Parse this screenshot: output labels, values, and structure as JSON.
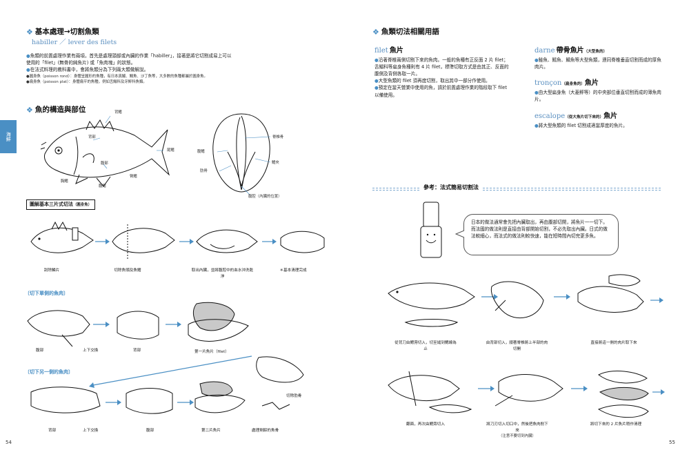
{
  "left": {
    "section1": {
      "title": "基本處理→切割魚類",
      "subtitle_fr": "habiller ／ lever des filets",
      "paras": [
        "魚類的前置處理作業有兩項，首先是處理頭部或內臟的作業「habiller」，接著是將它切割成易上可以使用的「filet」(無骨的純魚片) 或「魚肉塊」的狀態。",
        "在法式料理的教科書中，會將魚類分為下列兩大類做解說。"
      ],
      "notes": [
        "●圓身魚（poisson rond）：身體呈圓形的魚種，有日本真鱸、鯛魚、沙丁魚等，大多數的魚種都屬於圓身魚。",
        "●扁身魚（poisson plat）：身體扁平的魚種，例如舌鰨科及牙鮃科魚類。"
      ]
    },
    "section2": {
      "title": "魚的構造與部位",
      "fish_labels": [
        "背鰭",
        "背部",
        "尾鰭",
        "腹部",
        "臀鰭",
        "胸鰭",
        "腹鰭"
      ],
      "cross_labels": [
        "脊椎骨",
        "腹鰭",
        "鰭夾",
        "肋骨",
        "腹腔（內臟的位置）"
      ]
    },
    "box_title": "圖解基本三片式切法",
    "box_title_note": "（圓身魚）",
    "steps_row1": [
      "刮除鱗片",
      "切除魚頭及魚鰭",
      "取出內臟，並將腹腔中的血水沖洗乾淨",
      "＊基本清理完成"
    ],
    "bracket1": "〔切下單側的魚肉〕",
    "steps_row2": [
      "腹部",
      "上下交換",
      "背部",
      "第一片魚片（filet）"
    ],
    "bracket2": "〔切下另一側的魚肉〕",
    "steps_row3": [
      "背部",
      "上下交換",
      "腹部",
      "第二片魚片",
      "處理剩餘的魚骨",
      "切除肋骨"
    ],
    "side_tab": "海鮮",
    "page_number": "54"
  },
  "right": {
    "section_title": "魚類切法相關用語",
    "terms": [
      {
        "fr": "filet",
        "zh": "魚片",
        "note": "",
        "lines": [
          "沿著脊椎兩側切割下來的魚肉。一般的魚種有正反面 2 片 filet；舌鰨科等扁身魚種則有 4 片 filet，標準切取方式是由其正、反面的腹側及背側各取一片。",
          "大型魚類的 filet 須再度切割，取出其中一部分作使用。",
          "預定在當天營業中使用的魚，請於前置處理作業的階段取下 filet 以備使用。"
        ]
      },
      {
        "fr": "darne",
        "zh": "帶骨魚片",
        "note": "（大型魚的）",
        "lines": [
          "鮭魚、鱈魚、鯖魚等大型魚類，連同脊椎垂直切割而成的厚魚肉片。"
        ]
      },
      {
        "fr": "tronçon",
        "zh": "魚片",
        "note": "（扁身魚的）",
        "lines": [
          "由大型扁身魚（大菱鮃等）的中央部位垂直切割而成的薄魚肉片。"
        ]
      },
      {
        "fr": "escalope",
        "zh": "魚片",
        "note": "（從大魚片切下來的）",
        "lines": [
          "將大型魚類的 filet 切割成適當厚度的魚片。"
        ]
      }
    ],
    "ref_title": "參考：法式簡易切割法",
    "speech": "日本的做法通常會先把內臟取出，再由腹部切開，將魚片一一切下。而法國的做法則是直接由背部開始切割，不必先取出內臟。日式的做法較細心，而法式的做法則較快速，能在短時間內切完更多魚。",
    "captions_row1": [
      "從背刀由鰓旁切入，切至縫到鰓線為止",
      "由背部切入，順著脊椎將上半部的肉切開",
      "直接將這一側的肉片取下來"
    ],
    "captions_row2": [
      "翻面，再次由鰓旁切入",
      "將刀刃切入切口中，然後把魚肉削下來",
      "將切下來的 2 片魚片稍作清理"
    ],
    "caption_row2_note": "（注意不要切到內臟）",
    "page_number": "55"
  }
}
